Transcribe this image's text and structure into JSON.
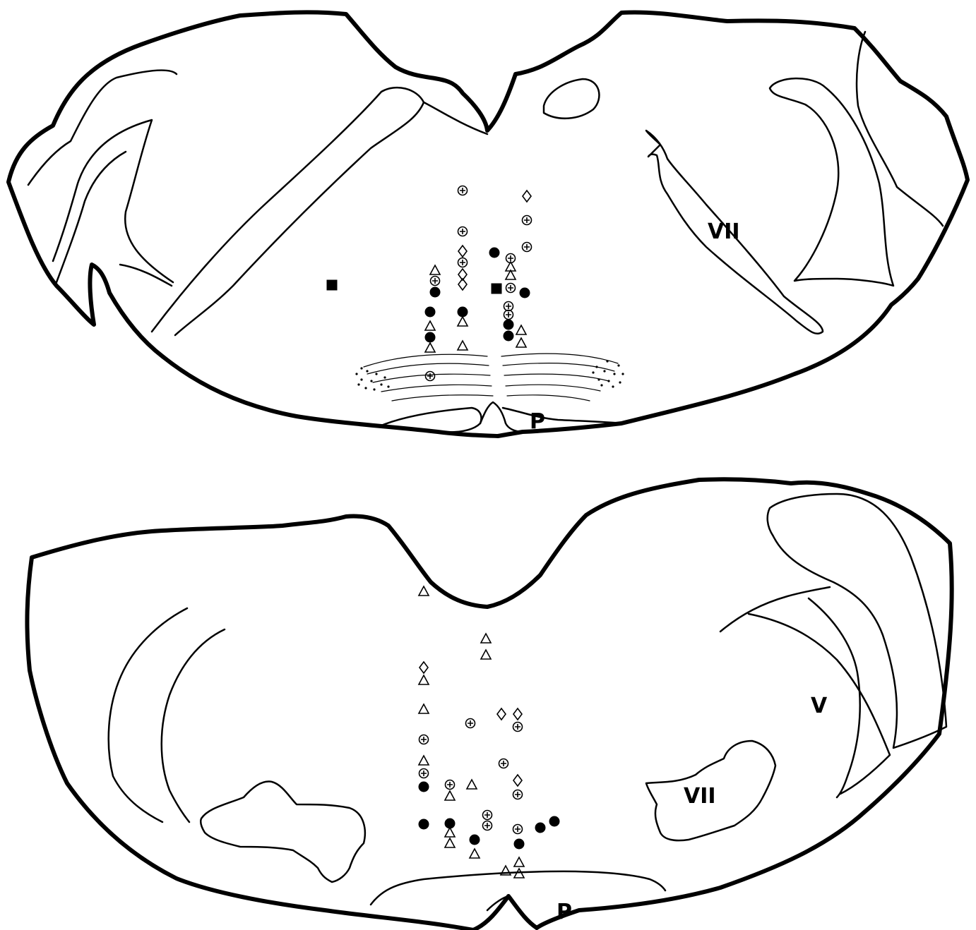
{
  "upper_section": {
    "labels": {
      "nucleus": "VII",
      "pyramid": "P"
    }
  },
  "lower_section": {
    "labels": {
      "trigeminal": "V",
      "nucleus": "VII",
      "pyramid": "P"
    }
  },
  "marker_types": [
    "filled-circle",
    "open-triangle",
    "circled-plus",
    "open-diamond",
    "filled-square"
  ]
}
